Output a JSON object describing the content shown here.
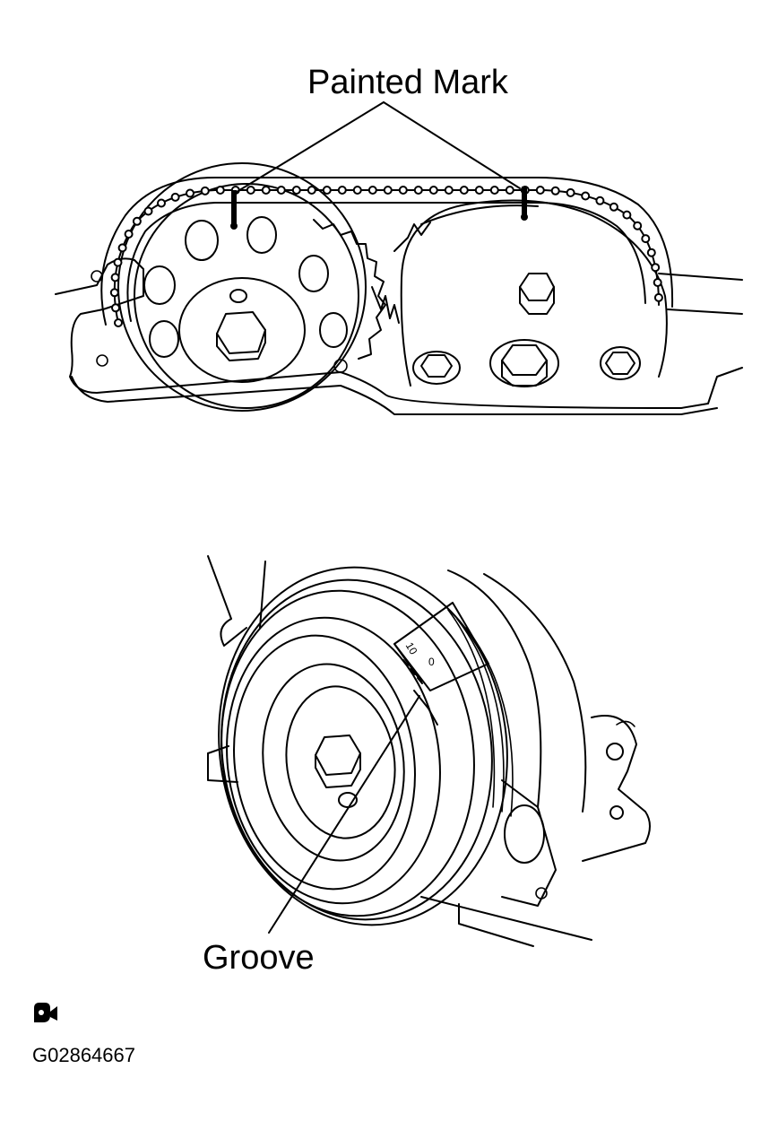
{
  "labels": {
    "painted_mark": "Painted Mark",
    "groove": "Groove",
    "figure_id": "G02864667"
  },
  "icons": {
    "corner_symbol": "camera-icon"
  },
  "colors": {
    "ink": "#000000",
    "paper": "#ffffff"
  }
}
